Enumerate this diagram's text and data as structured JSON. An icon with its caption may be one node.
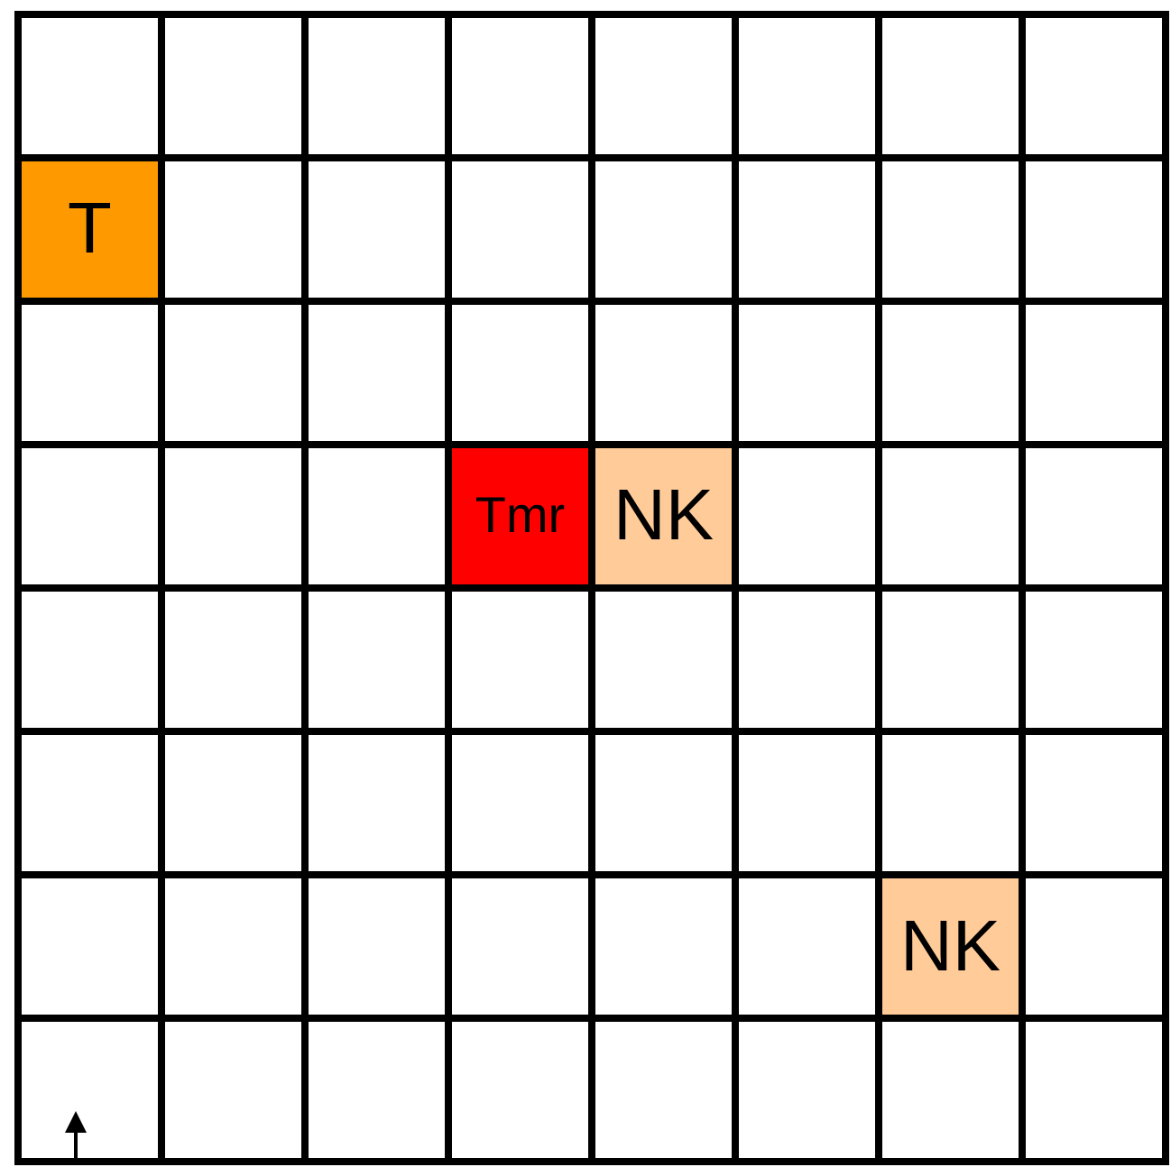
{
  "diagram": {
    "nodes": [
      {
        "text": [
          "T"
        ]
      },
      {
        "text": [
          "Tmr"
        ]
      },
      {
        "text": [
          "NK"
        ]
      },
      {
        "text": [
          "NK"
        ]
      }
    ]
  }
}
